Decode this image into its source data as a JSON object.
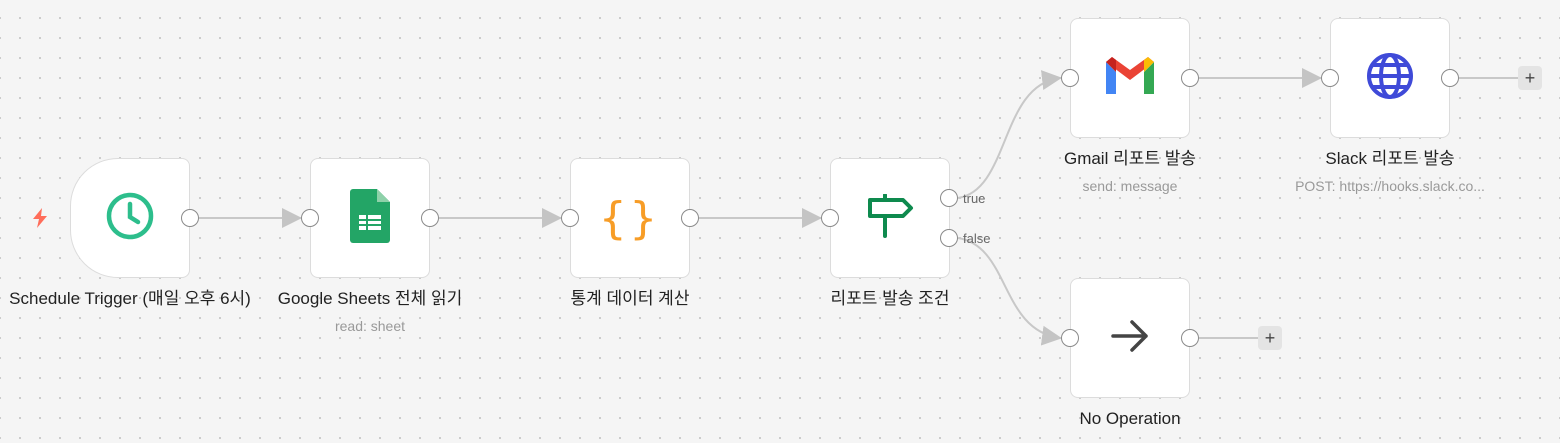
{
  "nodes": [
    {
      "id": "trigger",
      "label": "Schedule Trigger (매일 오후 6시)",
      "icon": "clock-icon"
    },
    {
      "id": "sheets",
      "label": "Google Sheets 전체 읽기",
      "subtitle": "read: sheet",
      "icon": "google-sheets-icon"
    },
    {
      "id": "code",
      "label": "통계 데이터 계산",
      "icon": "code-braces-icon"
    },
    {
      "id": "if",
      "label": "리포트 발송 조건",
      "icon": "signpost-icon",
      "outputs": [
        "true",
        "false"
      ]
    },
    {
      "id": "gmail",
      "label": "Gmail 리포트 발송",
      "subtitle": "send: message",
      "icon": "gmail-icon"
    },
    {
      "id": "slack",
      "label": "Slack 리포트 발송",
      "subtitle": "POST: https://hooks.slack.co...",
      "icon": "globe-icon"
    },
    {
      "id": "noop",
      "label": "No Operation",
      "icon": "arrow-right-icon"
    }
  ],
  "add_button": "+",
  "colors": {
    "trigger": "#ff6d5a",
    "clock": "#2dbe8c",
    "sheets": "#23a566",
    "code": "#f79d27",
    "if": "#0e8a4e",
    "globe": "#3f4ad8"
  }
}
